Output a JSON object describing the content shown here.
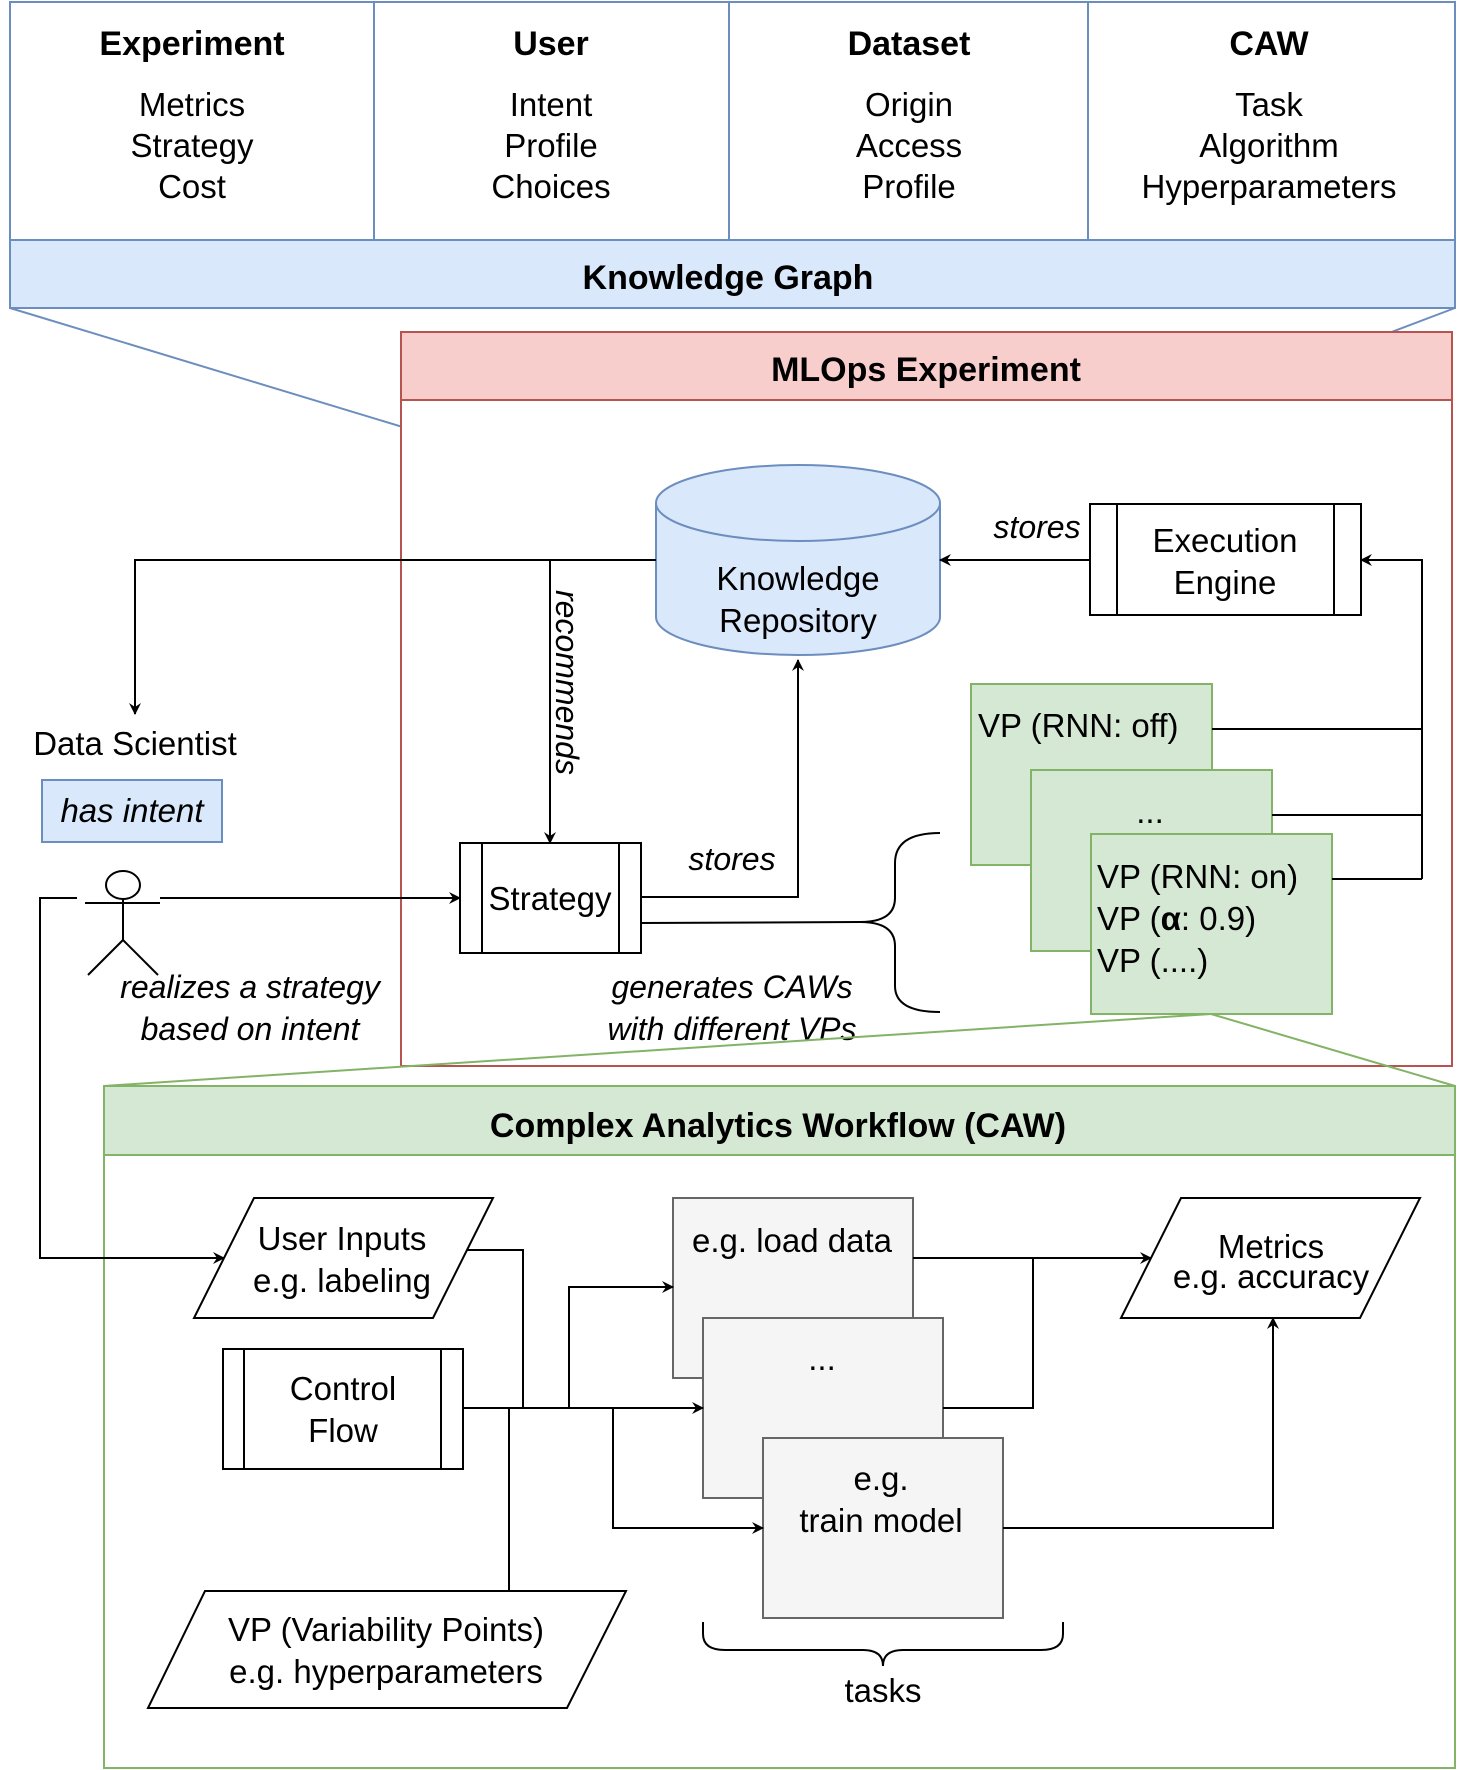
{
  "kg": {
    "columns": [
      {
        "title": "Experiment",
        "items": [
          "Metrics",
          "Strategy",
          "Cost"
        ]
      },
      {
        "title": "User",
        "items": [
          "Intent",
          "Profile",
          "Choices"
        ]
      },
      {
        "title": "Dataset",
        "items": [
          "Origin",
          "Access",
          "Profile"
        ]
      },
      {
        "title": "CAW",
        "items": [
          "Task",
          "Algorithm",
          "Hyperparameters"
        ]
      }
    ],
    "label": "Knowledge Graph"
  },
  "mlops": {
    "title": "MLOps Experiment",
    "repo": [
      "Knowledge",
      "Repository"
    ],
    "engine": [
      "Execution",
      "Engine"
    ],
    "strategy": "Strategy",
    "stores_top": "stores",
    "stores_mid": "stores",
    "recommends": "recommends",
    "generates": [
      "generates CAWs",
      "with different VPs"
    ],
    "vp1": "VP (RNN: off)",
    "vp2": "...",
    "vp3": {
      "line1": "VP (RNN: on)",
      "line2_pre": "VP (",
      "line2_bold": "α",
      "line2_post": ": 0.9)",
      "line3": "VP (....)"
    }
  },
  "scientist": {
    "label": "Data Scientist",
    "intent": "has intent",
    "realizes": [
      "realizes a strategy",
      "based on intent"
    ]
  },
  "caw": {
    "title": "Complex Analytics Workflow (CAW)",
    "user_inputs": [
      "User Inputs",
      "e.g. labeling"
    ],
    "control_flow": [
      "Control",
      "Flow"
    ],
    "vp": [
      "VP (Variability Points)",
      "e.g. hyperparameters"
    ],
    "task1": "e.g. load data",
    "task2": "...",
    "task3": [
      "e.g.",
      "train model"
    ],
    "metrics": [
      "Metrics",
      "e.g. accuracy"
    ],
    "tasks": "tasks"
  },
  "colors": {
    "blue_fill": "#dae8fc",
    "blue_stroke": "#6c8ebf",
    "red_fill": "#f8cecc",
    "red_stroke": "#b85450",
    "green_fill": "#d5e8d4",
    "green_stroke": "#82b366",
    "gray_fill": "#f5f5f5",
    "gray_stroke": "#666666"
  }
}
